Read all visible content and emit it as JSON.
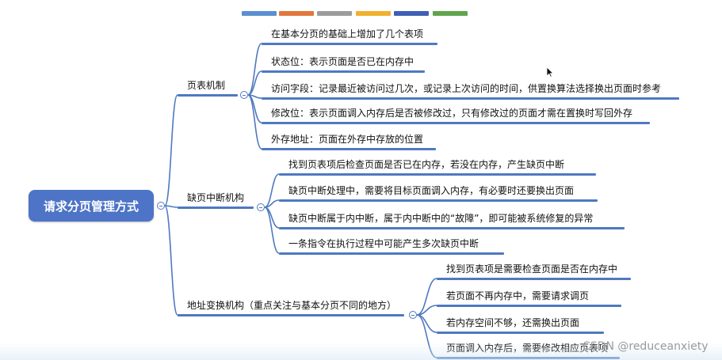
{
  "color_bar": [
    "#5b8fd0",
    "#e0773c",
    "#9c9c9c",
    "#f0b12d",
    "#3f5fb5",
    "#60a44c"
  ],
  "root": {
    "label": "请求分页管理方式",
    "color": "#4d74c6"
  },
  "branches": [
    {
      "label": "页表机制",
      "children": [
        "在基本分页的基础上增加了几个表项",
        "状态位：表示页面是否已在内存中",
        "访问字段：记录最近被访问过几次，或记录上次访问的时间，供置换算法选择换出页面时参考",
        "修改位：表示页面调入内存后是否被修改过，只有修改过的页面才需在置换时写回外存",
        "外存地址：页面在外存中存放的位置"
      ]
    },
    {
      "label": "缺页中断机构",
      "children": [
        "找到页表项后检查页面是否已在内存，若没在内存，产生缺页中断",
        "缺页中断处理中，需要将目标页面调入内存，有必要时还要换出页面",
        "缺页中断属于内中断，属于内中断中的“故障”，即可能被系统修复的异常",
        "一条指令在执行过程中可能产生多次缺页中断"
      ]
    },
    {
      "label": "地址变换机构（重点关注与基本分页不同的地方）",
      "children": [
        "找到页表项是需要检查页面是否在内存中",
        "若页面不再内存中，需要请求调页",
        "若内存空间不够，还需换出页面",
        "页面调入内存后，需要修改相应页表项"
      ]
    }
  ],
  "watermark": "CSDN @reduceanxiety",
  "line_color": "#4f79c0"
}
